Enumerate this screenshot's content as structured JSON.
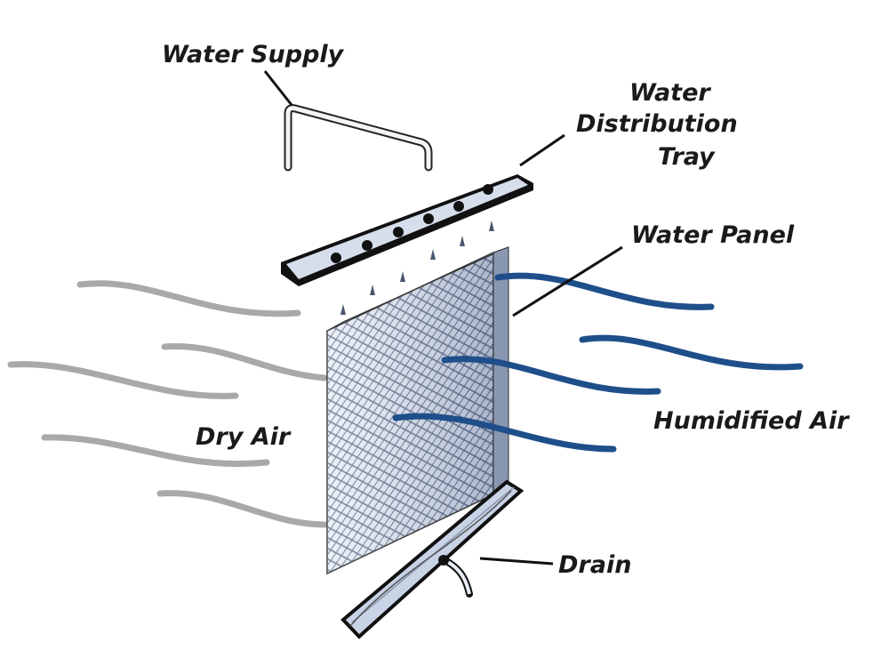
{
  "labels": {
    "water_supply": "Water Supply",
    "tray_line1": "Water",
    "tray_line2": "Distribution",
    "tray_line3": "Tray",
    "water_panel": "Water Panel",
    "humidified_air": "Humidified Air",
    "dry_air": "Dry Air",
    "drain": "Drain"
  },
  "colors": {
    "dry_air": "#a9a9a9",
    "humidified_air": "#1f4f8a",
    "panel": "#c9d3e6",
    "outline": "#111111"
  }
}
